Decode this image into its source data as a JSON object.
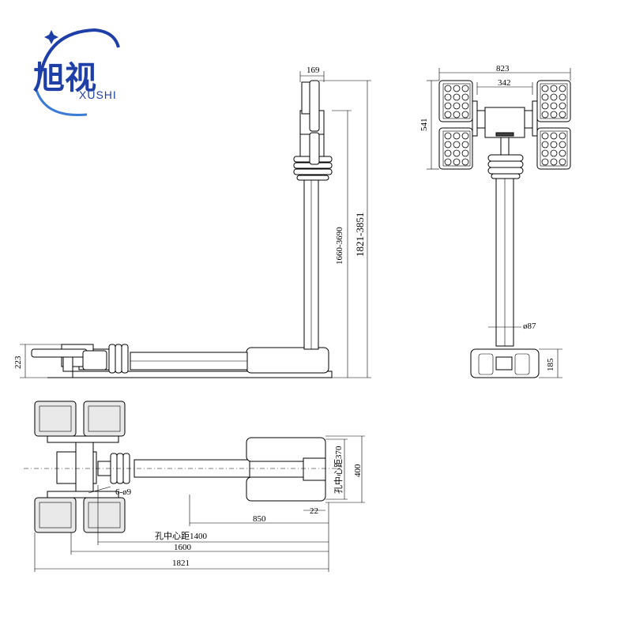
{
  "logo": {
    "cn": "旭视",
    "en": "XUSHI",
    "color": "#1f3fa8"
  },
  "side_view": {
    "dims": {
      "head_width": "169",
      "mast_height": "1660-3690",
      "total_height": "1821-3851",
      "base_height": "223"
    }
  },
  "front_view": {
    "dims": {
      "overall_width": "823",
      "inner_width": "342",
      "head_height": "541",
      "mast_dia": "ø87",
      "base_height": "185"
    }
  },
  "top_view": {
    "dims": {
      "hole_spacing_short": "孔中心距370",
      "width": "400",
      "bolts": "6-ø9",
      "d850": "850",
      "d22": "22",
      "hole_spacing_long": "孔中心距1400",
      "d1600": "1600",
      "d1821": "1821"
    }
  }
}
